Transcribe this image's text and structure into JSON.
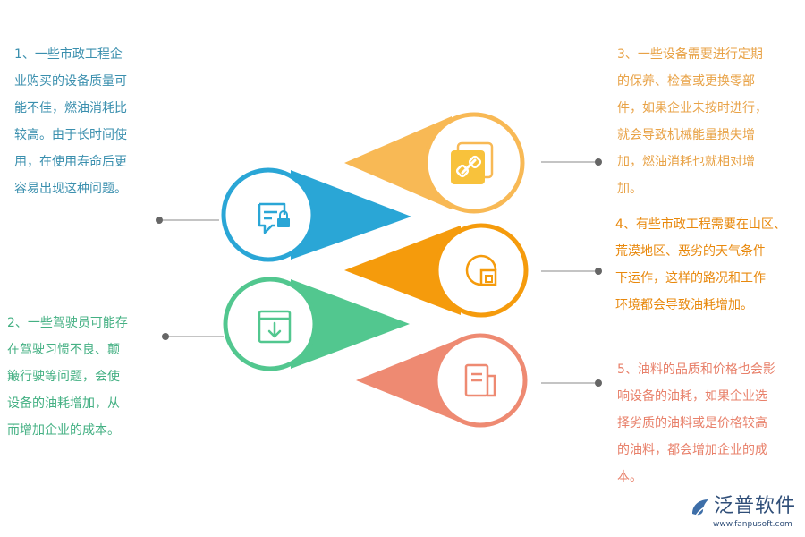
{
  "items": [
    {
      "id": "1",
      "lines": [
        "1、一些市政工程企",
        "业购买的设备质量可",
        "能不佳，燃油消耗比",
        "较高。由于长时间使",
        "用，在使用寿命后更",
        "容易出现这种问题。"
      ],
      "color": "#2fa8d6",
      "icon": "message-lock-icon"
    },
    {
      "id": "2",
      "lines": [
        "2、一些驾驶员可能存",
        "在驾驶习惯不良、颠",
        "簸行驶等问题，会使",
        "设备的油耗增加，从",
        "而增加企业的成本。"
      ],
      "color": "#4fc68e",
      "icon": "download-box-icon"
    },
    {
      "id": "3",
      "lines": [
        "3、一些设备需要进行定期",
        "的保养、检查或更换零部",
        "件，如果企业未按时进行，",
        "就会导致机械能量损失增",
        "加，燃油消耗也就相对增",
        "加。"
      ],
      "color": "#f7b84e",
      "icon": "link-icon"
    },
    {
      "id": "4",
      "lines": [
        "4、有些市政工程需要在山区、",
        "荒漠地区、恶劣的天气条件",
        "下运作，这样的路况和工作",
        "环境都会导致油耗增加。"
      ],
      "color": "#f59a0c",
      "icon": "chart-window-icon"
    },
    {
      "id": "5",
      "lines": [
        "5、油料的品质和价格也会影",
        "响设备的油耗，如果企业选",
        "择劣质的油料或是价格较高",
        "的油料，都会增加企业的成",
        "本。"
      ],
      "color": "#ee8a72",
      "icon": "document-icon"
    }
  ],
  "logo": {
    "name": "泛普软件",
    "url": "www.fanpusoft.com"
  }
}
